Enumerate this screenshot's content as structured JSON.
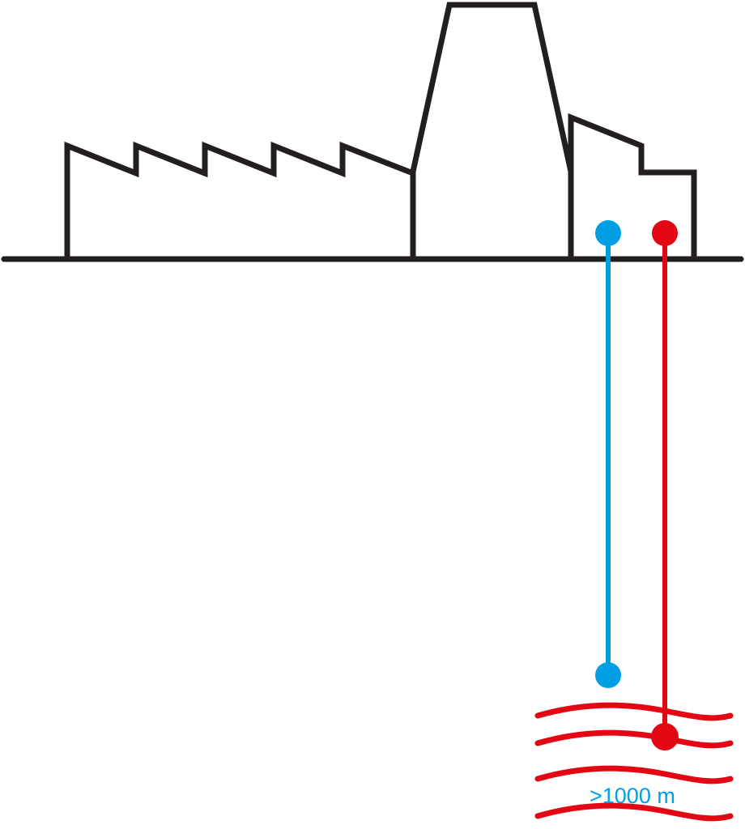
{
  "depth_label": ">1000 m",
  "colors": {
    "outline": "#231f20",
    "cold_pipe": "#009fe3",
    "hot_pipe": "#e30613",
    "background": "#ffffff"
  },
  "icons": [
    "factory-icon",
    "cooling-tower-icon",
    "cold-water-pipe",
    "hot-water-pipe",
    "aquifer-layer"
  ]
}
